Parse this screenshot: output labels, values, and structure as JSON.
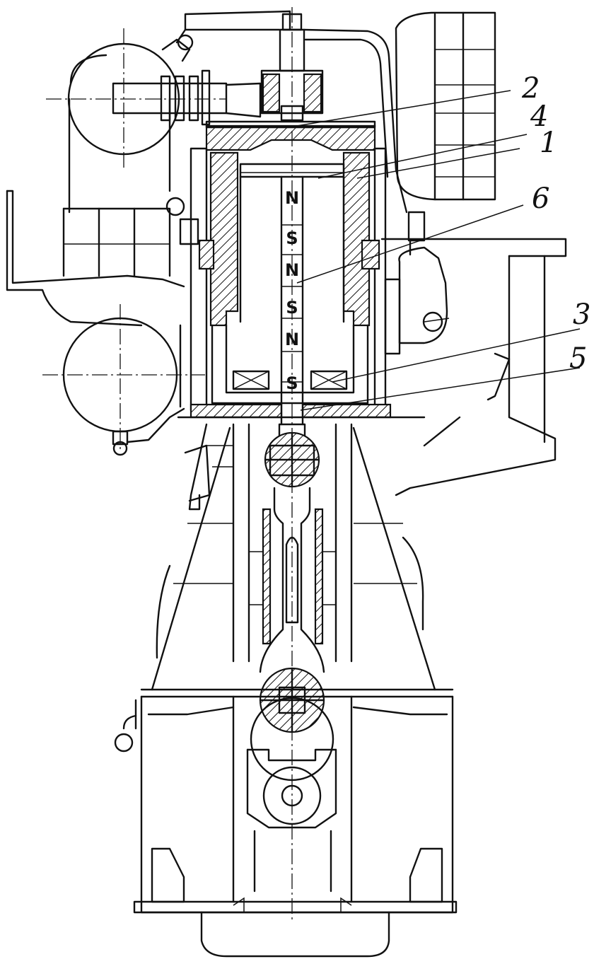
{
  "diagram": {
    "callouts": [
      {
        "id": "c2",
        "label": "2"
      },
      {
        "id": "c4",
        "label": "4"
      },
      {
        "id": "c1",
        "label": "1"
      },
      {
        "id": "c6",
        "label": "6"
      },
      {
        "id": "c3",
        "label": "3"
      },
      {
        "id": "c5",
        "label": "5"
      }
    ],
    "magnet_poles": [
      "N",
      "S",
      "N",
      "S",
      "N",
      "S"
    ]
  }
}
